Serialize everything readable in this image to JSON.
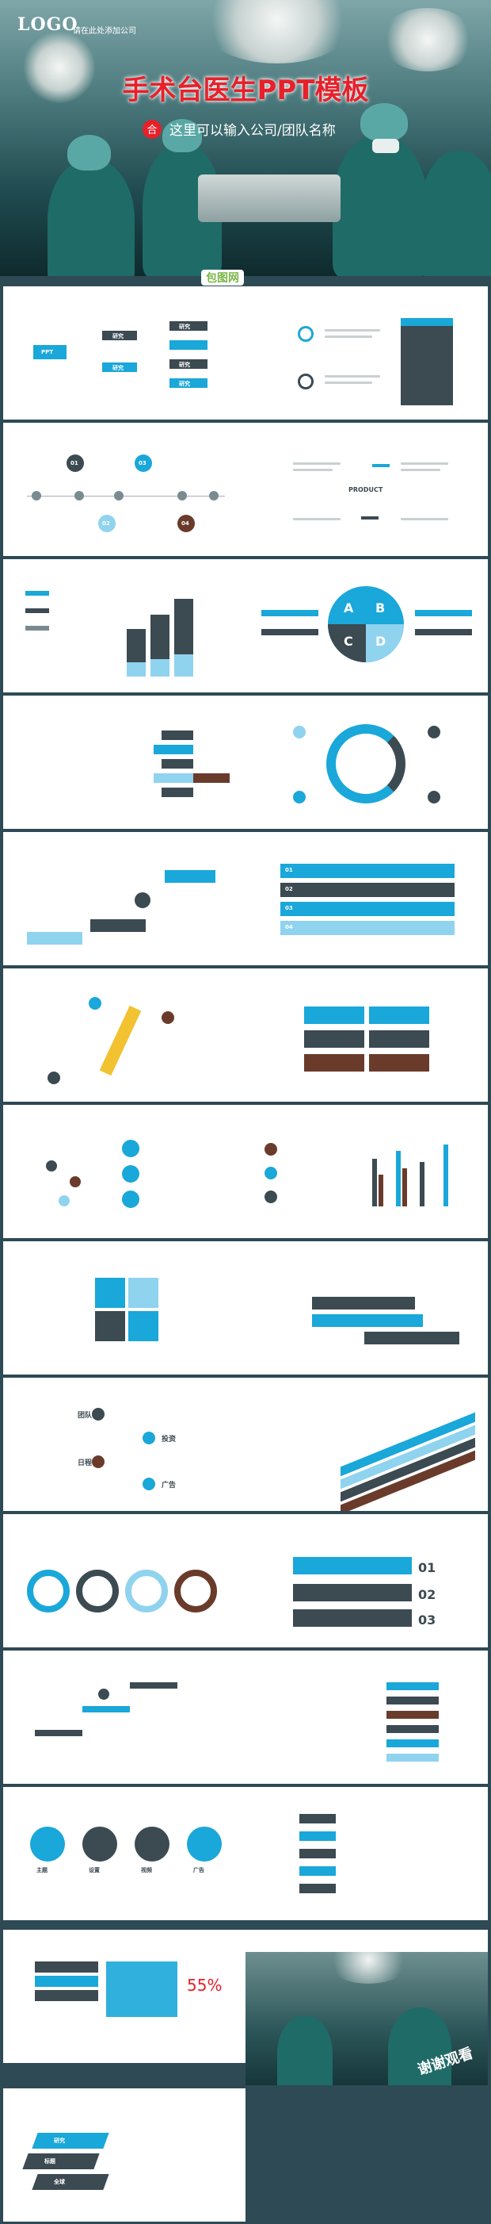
{
  "hero": {
    "logo": "LOGO",
    "logo_sub": "请在此处添加公司",
    "title": "手术台医生PPT模板",
    "subtitle": "这里可以输入公司/团队名称",
    "subtitle_badge": "合"
  },
  "watermark": "包图网",
  "slides": {
    "s1": {
      "root": "PPT",
      "n1": "研究",
      "n2": "研究",
      "n3": "研究",
      "n4": "研究",
      "n5": "研究"
    },
    "s3": {
      "n1": "01",
      "n2": "03",
      "n3": "02",
      "n4": "04"
    },
    "s4": {
      "center": "PRODUCT"
    },
    "s6": {
      "a": "A",
      "b": "B",
      "c": "C",
      "d": "D"
    },
    "s10": {
      "n1": "01",
      "n2": "02",
      "n3": "03",
      "n4": "04"
    },
    "s17": {
      "t1": "团队",
      "t2": "日程",
      "t3": "投资",
      "t4": "广告"
    },
    "s20": {
      "n1": "01",
      "n2": "02",
      "n3": "03"
    },
    "s23": {
      "a": "主题",
      "b": "设置",
      "c": "视频",
      "d": "广告"
    },
    "s25": {
      "pct": "55%"
    },
    "s27": {
      "a": "研究",
      "b": "标题",
      "c": "全球"
    }
  },
  "ending": {
    "text": "谢谢观看"
  }
}
